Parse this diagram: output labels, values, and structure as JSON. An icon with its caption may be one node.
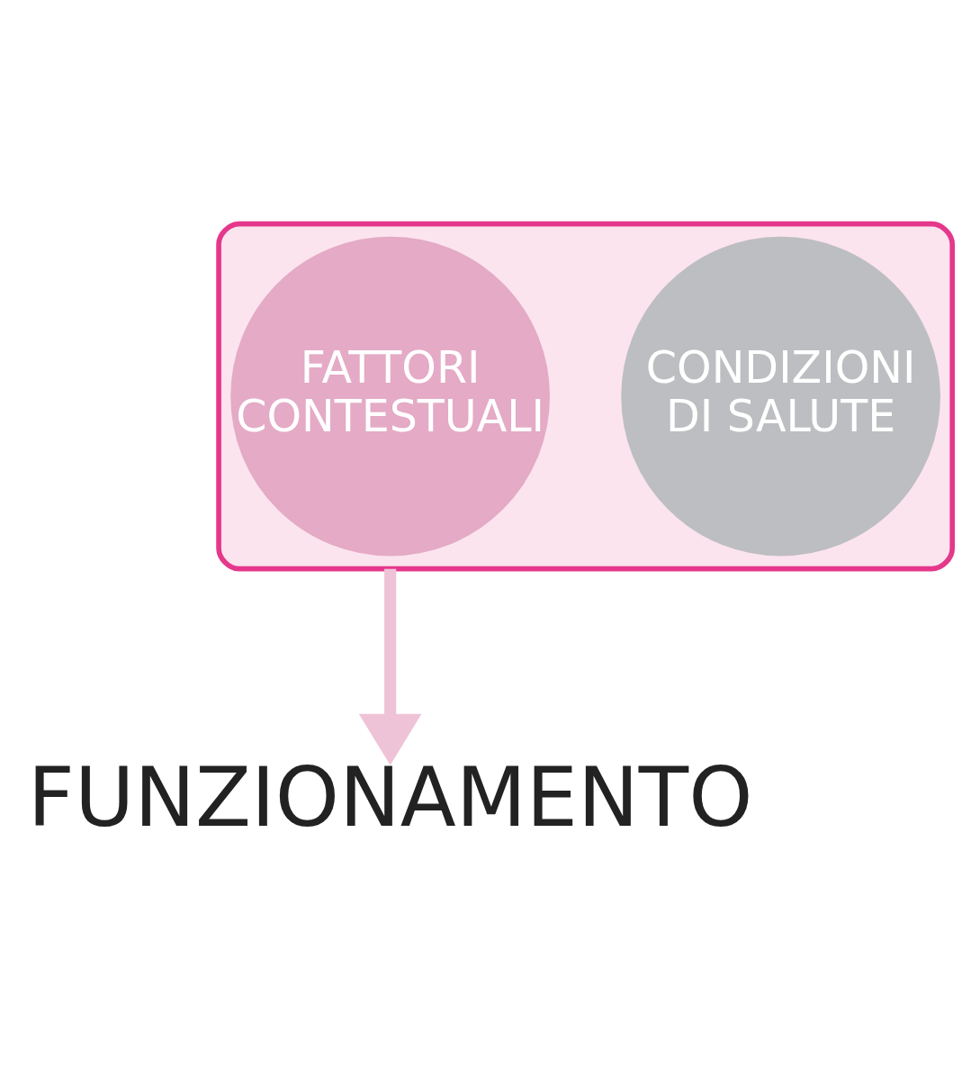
{
  "diagram": {
    "nodes": [
      {
        "text": [],
        "shape": "funnel"
      },
      {
        "text": [
          "CONDIZIONI DI SALUTE"
        ],
        "in": 0
      },
      {
        "text": [
          "FATTORI CONTESTUALI"
        ],
        "in": 0
      },
      {
        "text": [
          "FUNZIONAMENTO"
        ]
      }
    ],
    "edges": [
      {
        "from": 0,
        "to": 3,
        "arrow": "to",
        "color": "#efc3d7"
      }
    ]
  }
}
